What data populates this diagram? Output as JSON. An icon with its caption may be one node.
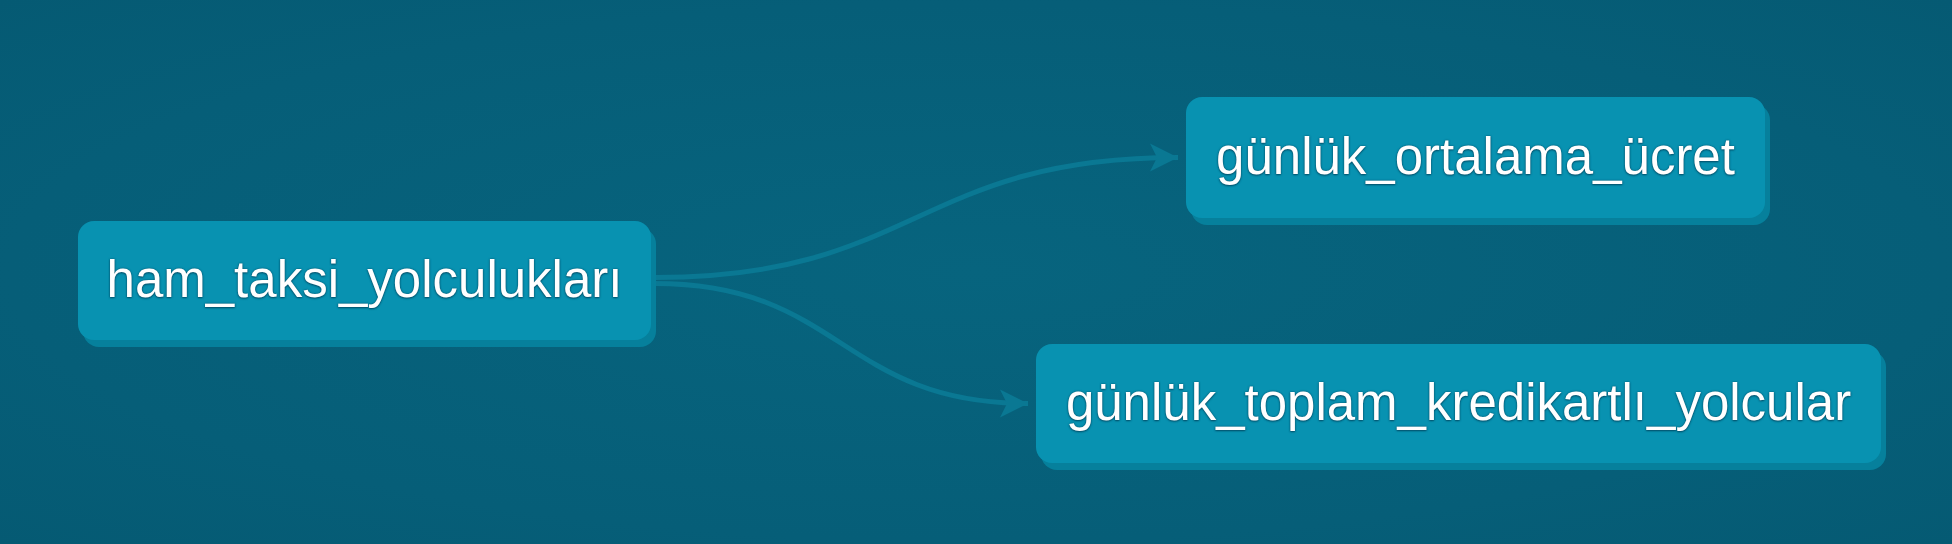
{
  "diagram": {
    "nodes": [
      {
        "text": [
          "ham_taksi_yolculukları"
        ]
      },
      {
        "text": [
          "günlük_ortalama_ücret"
        ]
      },
      {
        "text": [
          "günlük_toplam_kredikartlı_yolcular"
        ]
      }
    ],
    "edges": [
      {
        "from": 0,
        "to": 1,
        "arrow": "to"
      },
      {
        "from": 0,
        "to": 2,
        "arrow": "to"
      }
    ]
  }
}
